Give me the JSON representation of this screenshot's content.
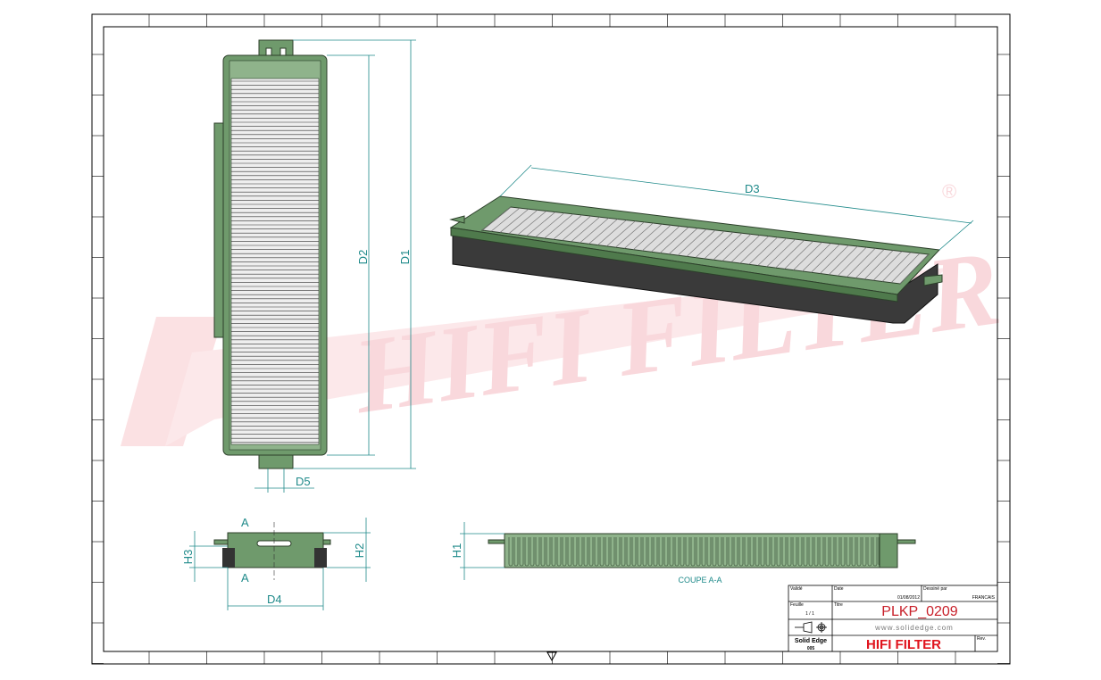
{
  "drawing": {
    "dimensions": {
      "d1": "D1",
      "d2": "D2",
      "d3": "D3",
      "d4": "D4",
      "d5": "D5",
      "h1": "H1",
      "h2": "H2",
      "h3": "H3"
    },
    "section_marker": "A",
    "section_label": "COUPE A-A",
    "watermark": "HIFI FILTER",
    "registered_mark": "®"
  },
  "title_block": {
    "validated_label": "Validé",
    "date_label": "Date",
    "date": "01/08/2012",
    "drawn_by_label": "Dessiné par",
    "drawn_by": "FRANCAIS",
    "sheet_label": "Feuille",
    "sheet": "1 / 1",
    "title_label": "Titre",
    "part_number": "PLKP_0209",
    "website": "www.solidedge.com",
    "software": "Solid Edge",
    "software_code": "005",
    "brand": "HIFI FILTER",
    "rev_label": "Rev."
  },
  "colors": {
    "frame": "#6f9a6c",
    "frame_dark": "#3d5a3a",
    "pleat": "#e8e8e8",
    "dim": "#1f8a8a",
    "brand": "#e0141e",
    "watermark": "#f7c8cc"
  }
}
